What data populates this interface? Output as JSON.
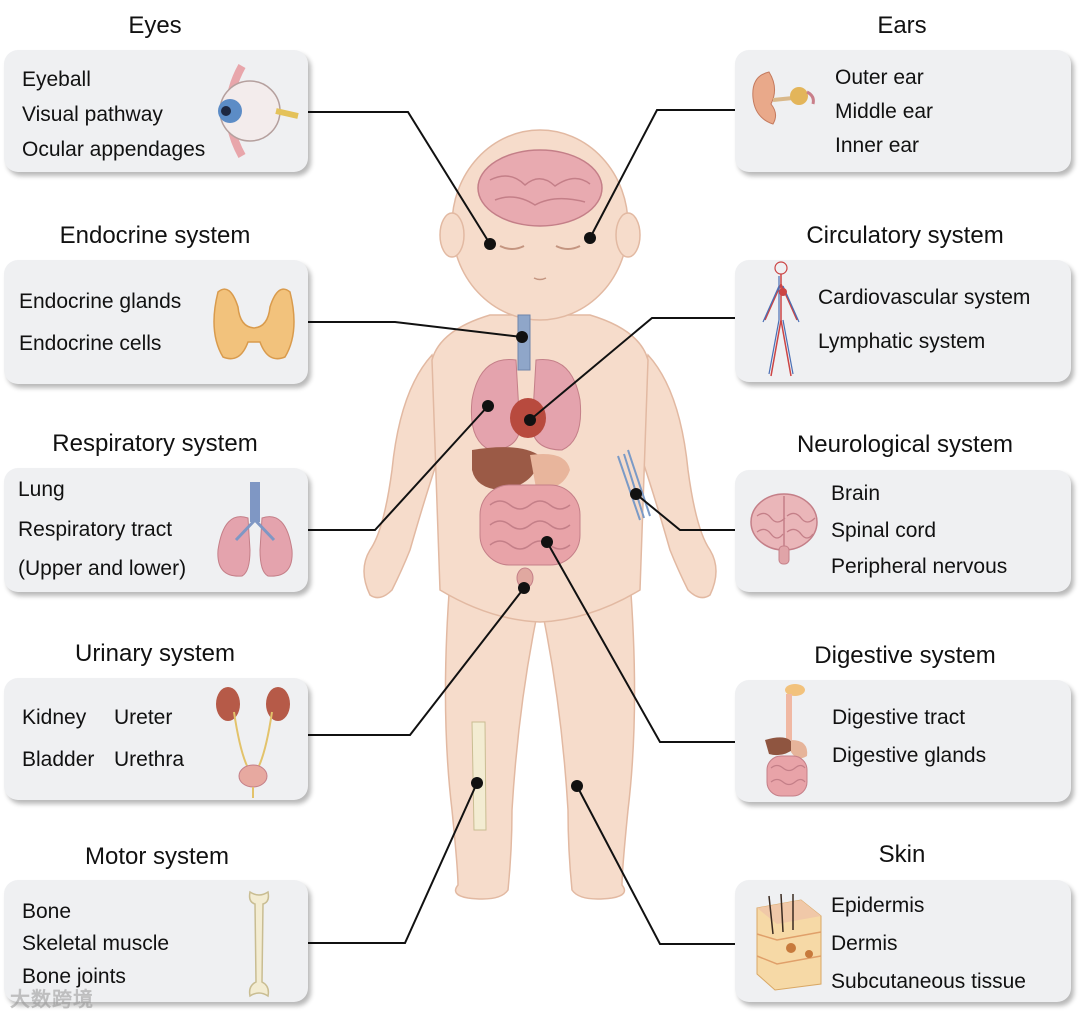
{
  "sections": {
    "eyes": {
      "title": "Eyes",
      "items": [
        "Eyeball",
        "Visual pathway",
        "Ocular appendages"
      ],
      "icon": "eye-icon"
    },
    "endocrine": {
      "title": "Endocrine system",
      "items": [
        "Endocrine glands",
        "Endocrine cells"
      ],
      "icon": "thyroid-icon"
    },
    "respiratory": {
      "title": "Respiratory system",
      "items": [
        "Lung",
        "Respiratory tract",
        "(Upper and lower)"
      ],
      "icon": "lungs-icon"
    },
    "urinary": {
      "title": "Urinary system",
      "items": [
        "Kidney",
        "Ureter",
        "Bladder",
        "Urethra"
      ],
      "icon": "kidneys-icon"
    },
    "motor": {
      "title": "Motor system",
      "items": [
        "Bone",
        "Skeletal muscle",
        "Bone joints"
      ],
      "icon": "bone-icon"
    },
    "ears": {
      "title": "Ears",
      "items": [
        "Outer ear",
        "Middle ear",
        "Inner ear"
      ],
      "icon": "ear-icon"
    },
    "circulatory": {
      "title": "Circulatory system",
      "items": [
        "Cardiovascular system",
        "Lymphatic system"
      ],
      "icon": "vascular-body-icon"
    },
    "neurological": {
      "title": "Neurological system",
      "items": [
        "Brain",
        "Spinal cord",
        "Peripheral nervous"
      ],
      "icon": "brain-icon"
    },
    "digestive": {
      "title": "Digestive system",
      "items": [
        "Digestive tract",
        "Digestive glands"
      ],
      "icon": "digestive-organs-icon"
    },
    "skin": {
      "title": "Skin",
      "items": [
        "Epidermis",
        "Dermis",
        "Subcutaneous tissue"
      ],
      "icon": "skin-layers-icon"
    }
  },
  "watermark": "大数跨境",
  "colors": {
    "box": "#eff0f2",
    "skin": "#f6dccb",
    "skin_outline": "#e2b9a2",
    "organ_pink": "#e8a6ab",
    "line": "#111111"
  }
}
